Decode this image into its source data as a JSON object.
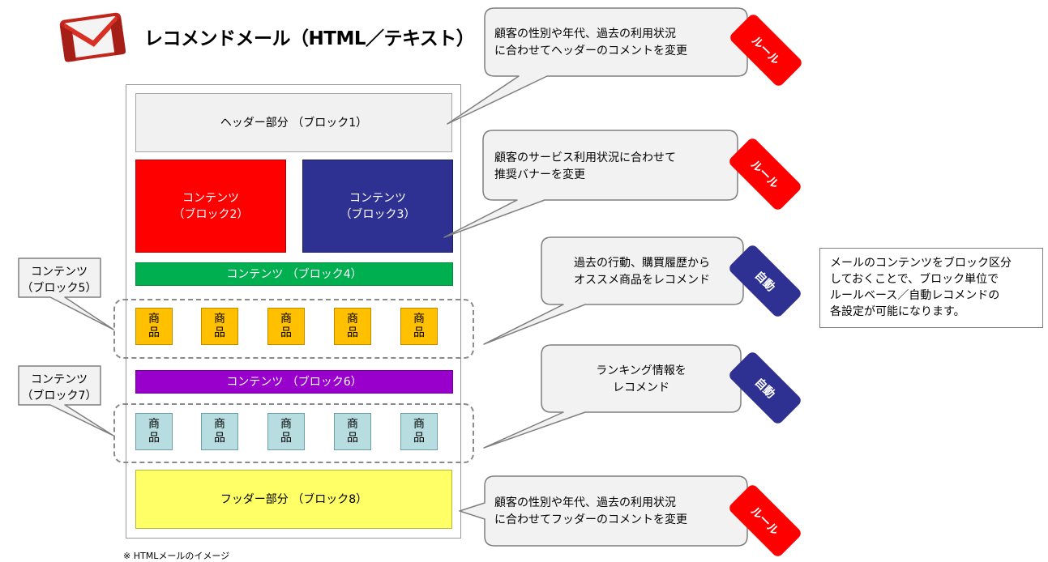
{
  "title": "レコメンドメール（HTML／テキスト）",
  "gmail_icon": "gmail-icon",
  "blocks": {
    "header": "ヘッダー部分 （ブロック1）",
    "block2": {
      "line1": "コンテンツ",
      "line2": "（ブロック2）"
    },
    "block3": {
      "line1": "コンテンツ",
      "line2": "（ブロック3）"
    },
    "block4": "コンテンツ （ブロック4）",
    "block6": "コンテンツ （ブロック6）",
    "footer": "フッダー部分 （ブロック8）"
  },
  "product_label": {
    "line1": "商",
    "line2": "品"
  },
  "left_callouts": {
    "block5": {
      "line1": "コンテンツ",
      "line2": "（ブロック5）"
    },
    "block7": {
      "line1": "コンテンツ",
      "line2": "（ブロック7）"
    }
  },
  "bubbles": {
    "b1": {
      "line1": "顧客の性別や年代、過去の利用状況",
      "line2": "に合わせてヘッダーのコメントを変更"
    },
    "b2": {
      "line1": "顧客のサービス利用状況に合わせて",
      "line2": "推奨バナーを変更"
    },
    "b3": {
      "line1": "過去の行動、購買履歴から",
      "line2": "オススメ商品をレコメンド"
    },
    "b4": {
      "line1": "ランキング情報を",
      "line2": "レコメンド"
    },
    "b5": {
      "line1": "顧客の性別や年代、過去の利用状況",
      "line2": "に合わせてフッダーのコメントを変更"
    }
  },
  "tags": {
    "rule": "ルール",
    "auto": "自動"
  },
  "note": {
    "line1": "メールのコンテンツをブロック区分",
    "line2": "しておくことで、ブロック単位で",
    "line3": "ルールベース／自動レコメンドの",
    "line4": "各設定が可能になります。"
  },
  "footnote": "※ HTMLメールのイメージ",
  "colors": {
    "rule_tag": "#ff0000",
    "auto_tag": "#2e3192",
    "block2": "#ff0000",
    "block3": "#2e3192",
    "block4": "#00b050",
    "block6": "#9900cc",
    "footer": "#ffff66",
    "product_orange": "#ffc000",
    "product_teal": "#b7dde0"
  }
}
